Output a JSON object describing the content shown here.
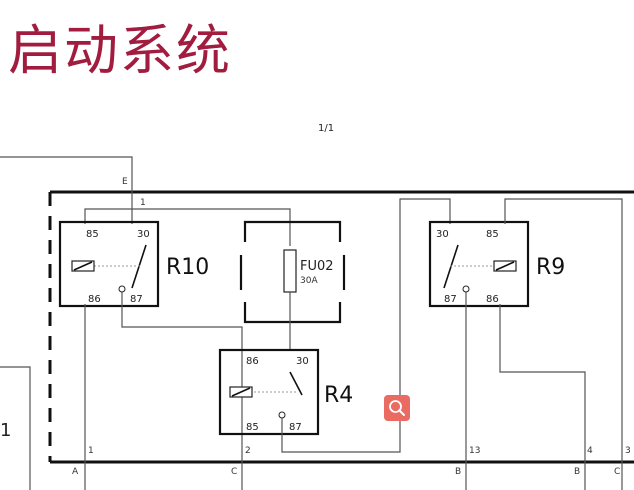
{
  "title": "启动系统",
  "page_indicator": "1/1",
  "relays": {
    "r10": {
      "name": "R10",
      "pins": [
        "85",
        "30",
        "86",
        "87"
      ]
    },
    "r4": {
      "name": "R4",
      "pins": [
        "86",
        "30",
        "85",
        "87"
      ]
    },
    "r9": {
      "name": "R9",
      "pins": [
        "30",
        "85",
        "87",
        "86"
      ]
    }
  },
  "fuse": {
    "name": "FU02",
    "rating": "30A"
  },
  "left_connector_label": "1",
  "wire_labels": {
    "e": "E",
    "one_top": "1",
    "one": "1",
    "two": "2",
    "thirteen": "13",
    "four": "4",
    "three": "3"
  },
  "connectors": {
    "a": "A",
    "c1": "C",
    "b1": "B",
    "b2": "B",
    "c2": "C"
  },
  "zoom_icon": "magnifier-icon"
}
